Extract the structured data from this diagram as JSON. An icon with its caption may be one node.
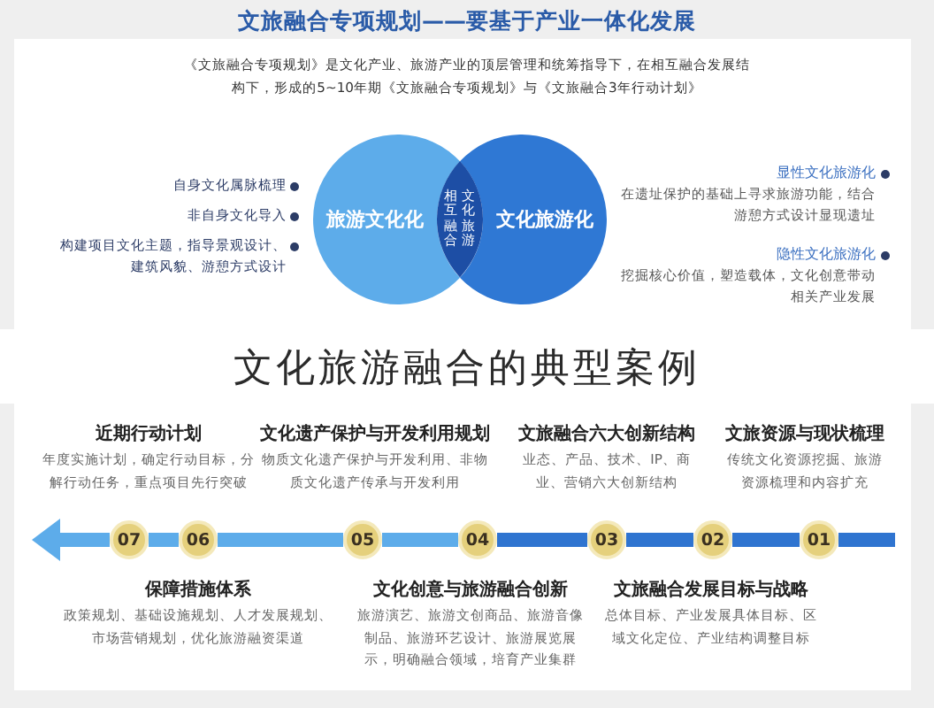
{
  "diagram": {
    "title": "文旅融合专项规划——要基于产业一体化发展",
    "caption": "文化旅游融合的典型案例",
    "nodes": [
      {
        "text": [
          "旅游文化化"
        ],
        "beside": [
          "自身文化属脉梳理",
          "非自身文化导入",
          "构建项目文化主题，指导景观设计、建筑风貌、游憩方式设计"
        ]
      },
      {
        "text": [
          "文化旅游相互融合"
        ]
      },
      {
        "text": [
          "文化旅游化"
        ],
        "beside": [
          "显性文化旅游化",
          "在遗址保护的基础上寻求旅游功能，结合游憩方式设计显现遗址",
          "隐性文化旅游化",
          "挖掘核心价值，塑造载体，文化创意带动相关产业发展"
        ]
      },
      {
        "text": [
          "01"
        ],
        "beside": [
          "文旅资源与现状梳理",
          "传统文化资源挖掘、旅游资源梳理和内容扩充"
        ]
      },
      {
        "text": [
          "02"
        ],
        "beside": [
          "文旅融合发展目标与战略",
          "总体目标、产业发展具体目标、区域文化定位、产业结构调整目标"
        ]
      },
      {
        "text": [
          "03"
        ],
        "beside": [
          "文旅融合六大创新结构",
          "业态、产品、技术、IP、商业、营销六大创新结构"
        ]
      },
      {
        "text": [
          "04"
        ],
        "beside": [
          "文化创意与旅游融合创新",
          "旅游演艺、旅游文创商品、旅游音像制品、旅游环艺设计、旅游展览展示，明确融合领域，培育产业集群"
        ]
      },
      {
        "text": [
          "05"
        ],
        "beside": [
          "文化遗产保护与开发利用规划",
          "物质文化遗产保护与开发利用、非物质文化遗产传承与开发利用"
        ]
      },
      {
        "text": [
          "06"
        ],
        "beside": [
          "保障措施体系",
          "政策规划、基础设施规划、人才发展规划、市场营销规划，优化旅游融资渠道"
        ]
      },
      {
        "text": [
          "07"
        ],
        "beside": [
          "近期行动计划",
          "年度实施计划，确定行动目标，分解行动任务，重点项目先行突破"
        ]
      }
    ],
    "edges": [
      {
        "from": null,
        "to": 3,
        "arrow": "none"
      },
      {
        "from": 3,
        "to": 4,
        "arrow": "none"
      },
      {
        "from": 4,
        "to": 5,
        "arrow": "none"
      },
      {
        "from": 5,
        "to": 6,
        "arrow": "none"
      },
      {
        "from": 6,
        "to": 7,
        "arrow": "none",
        "color": "#5dacea"
      },
      {
        "from": 7,
        "to": 8,
        "arrow": "none",
        "color": "#5dacea"
      },
      {
        "from": 8,
        "to": 9,
        "arrow": "none",
        "color": "#5dacea"
      }
    ],
    "labels": [
      "《文旅融合专项规划》是文化产业、旅游产业的顶层管理和统筹指导下，在相互融合发展结构下，形成的5~10年期《文旅融合专项规划》与《文旅融合3年行动计划》"
    ]
  }
}
